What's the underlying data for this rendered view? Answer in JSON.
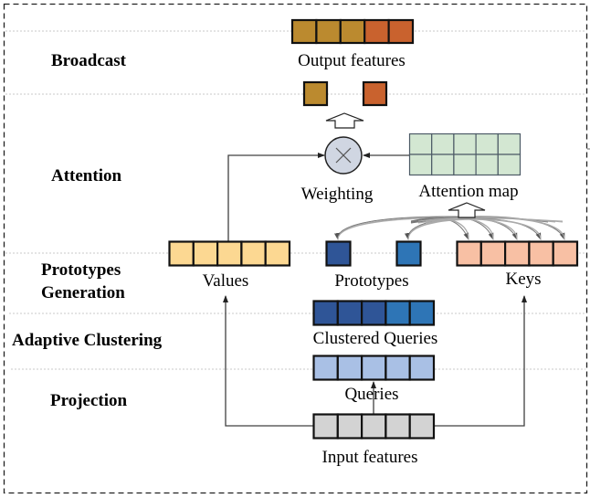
{
  "stages": [
    {
      "id": "broadcast",
      "label": "Broadcast"
    },
    {
      "id": "attention",
      "label": "Attention"
    },
    {
      "id": "prototypes-generation",
      "label_lines": [
        "Prototypes",
        "Generation"
      ]
    },
    {
      "id": "adaptive-clustering",
      "label": "Adaptive Clustering"
    },
    {
      "id": "projection",
      "label": "Projection"
    }
  ],
  "blocks": {
    "output_features": {
      "label": "Output features",
      "cells": [
        "#bb8a2f",
        "#bb8a2f",
        "#bb8a2f",
        "#c9622e",
        "#c9622e"
      ]
    },
    "broadcast_cells": {
      "cells": [
        "#bb8a2f",
        "#c9622e"
      ]
    },
    "weighting": {
      "label": "Weighting",
      "symbol": "×"
    },
    "attention_map": {
      "label": "Attention map",
      "rows": 2,
      "cols": 5,
      "color": "#d3e7d2"
    },
    "values": {
      "label": "Values",
      "cells": [
        "#fcd892",
        "#fcd892",
        "#fcd892",
        "#fcd892",
        "#fcd892"
      ]
    },
    "prototypes": {
      "label": "Prototypes",
      "cells": [
        "#2f5597",
        "#2e75b6"
      ]
    },
    "keys": {
      "label": "Keys",
      "cells": [
        "#f8c0a4",
        "#f8c0a4",
        "#f8c0a4",
        "#f8c0a4",
        "#f8c0a4"
      ]
    },
    "clustered_queries": {
      "label": "Clustered Queries",
      "cells": [
        "#2f5597",
        "#2f5597",
        "#2f5597",
        "#2e75b6",
        "#2e75b6"
      ]
    },
    "queries": {
      "label": "Queries",
      "cells": [
        "#a9c0e5",
        "#a9c0e5",
        "#a9c0e5",
        "#a9c0e5",
        "#a9c0e5"
      ]
    },
    "input_features": {
      "label": "Input features",
      "cells": [
        "#d3d3d3",
        "#d3d3d3",
        "#d3d3d3",
        "#d3d3d3",
        "#d3d3d3"
      ]
    }
  },
  "colors": {
    "circle_fill": "#d0d6e2",
    "cell_border": "#111111",
    "attention_border": "#4d5b66",
    "connector": "#404040"
  }
}
